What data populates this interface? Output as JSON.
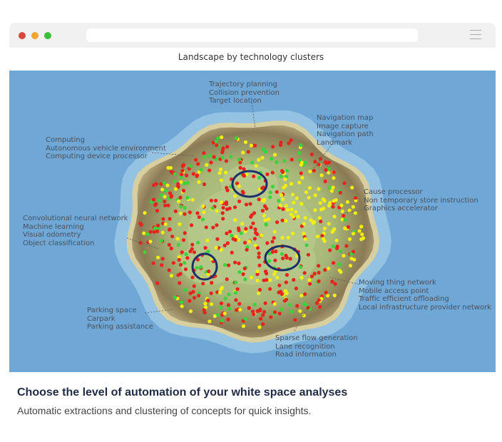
{
  "window": {
    "traffic_colors": [
      "#e0443e",
      "#f0a52b",
      "#3cc03c"
    ]
  },
  "map_title": "Landscape by technology clusters",
  "clusters": [
    {
      "items": [
        "Trajectory planning",
        "Collision prevention",
        "Target location"
      ]
    },
    {
      "items": [
        "Navigation map",
        "Image capture",
        "Navigation path",
        "Landmark"
      ]
    },
    {
      "items": [
        "Computing",
        "Autonomous vehicle environment",
        "Computing device processor"
      ]
    },
    {
      "items": [
        "Cause processor",
        "Non temporary store instruction",
        "Graphics accelerator"
      ]
    },
    {
      "items": [
        "Convolutional neural network",
        "Machine learning",
        "Visual odometry",
        "Object classification"
      ]
    },
    {
      "items": [
        "Moving thing network",
        "Mobile access point",
        "Traffic efficient offloading",
        "Local infrastructure provider network"
      ]
    },
    {
      "items": [
        "Parking space",
        "Carpark",
        "Parking assistance"
      ]
    },
    {
      "items": [
        "Sparse flow generation",
        "Lane recognition",
        "Road information"
      ]
    }
  ],
  "point_colors": {
    "red": "#e8221c",
    "yellow": "#f2ee12",
    "green": "#39d43a"
  },
  "footer": {
    "heading": "Choose the level of automation of your white space analyses",
    "subtitle": "Automatic extractions and clustering of concepts for quick insights."
  }
}
